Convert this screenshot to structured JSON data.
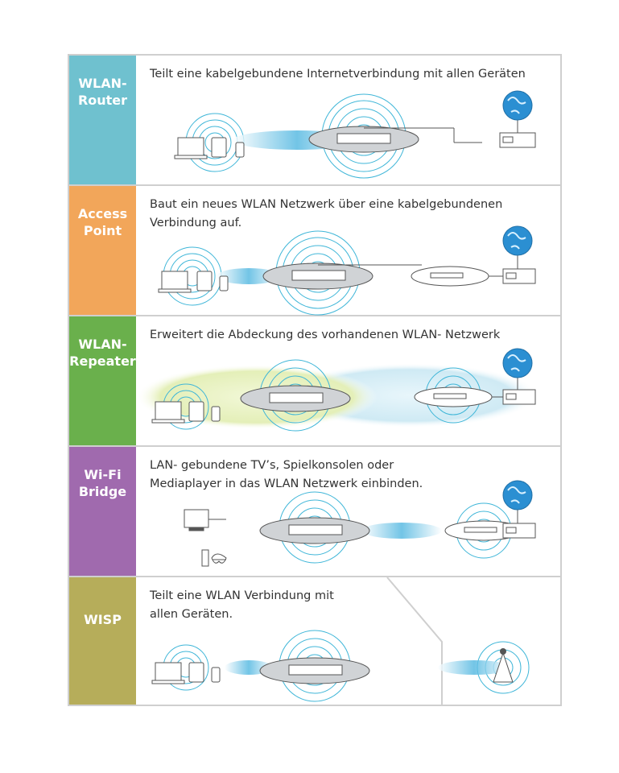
{
  "colors": {
    "router": "#6fc1cf",
    "access_point": "#f2a65a",
    "repeater": "#6ab04c",
    "bridge": "#a06aae",
    "wisp": "#b6ad5a",
    "wave": "#3fb6d8",
    "device": "#cfd3d6",
    "globe": "#2b8fd2"
  },
  "rows": [
    {
      "id": "router",
      "label": "WLAN-\nRouter",
      "description": "Teilt eine kabelgebundene Internetverbindung mit allen Geräten"
    },
    {
      "id": "access_point",
      "label": "Access\nPoint",
      "description": "Baut ein neues WLAN Netzwerk über eine kabelgebundenen\nVerbindung auf."
    },
    {
      "id": "repeater",
      "label": "WLAN-\nRepeater",
      "description": "Erweitert die Abdeckung des vorhandenen WLAN- Netzwerk"
    },
    {
      "id": "bridge",
      "label": "Wi-Fi\nBridge",
      "description": "LAN- gebundene TV’s, Spielkonsolen oder\nMediaplayer in das WLAN Netzwerk einbinden."
    },
    {
      "id": "wisp",
      "label": "WISP",
      "description": "Teilt eine WLAN Verbindung mit\nallen Geräten."
    }
  ]
}
